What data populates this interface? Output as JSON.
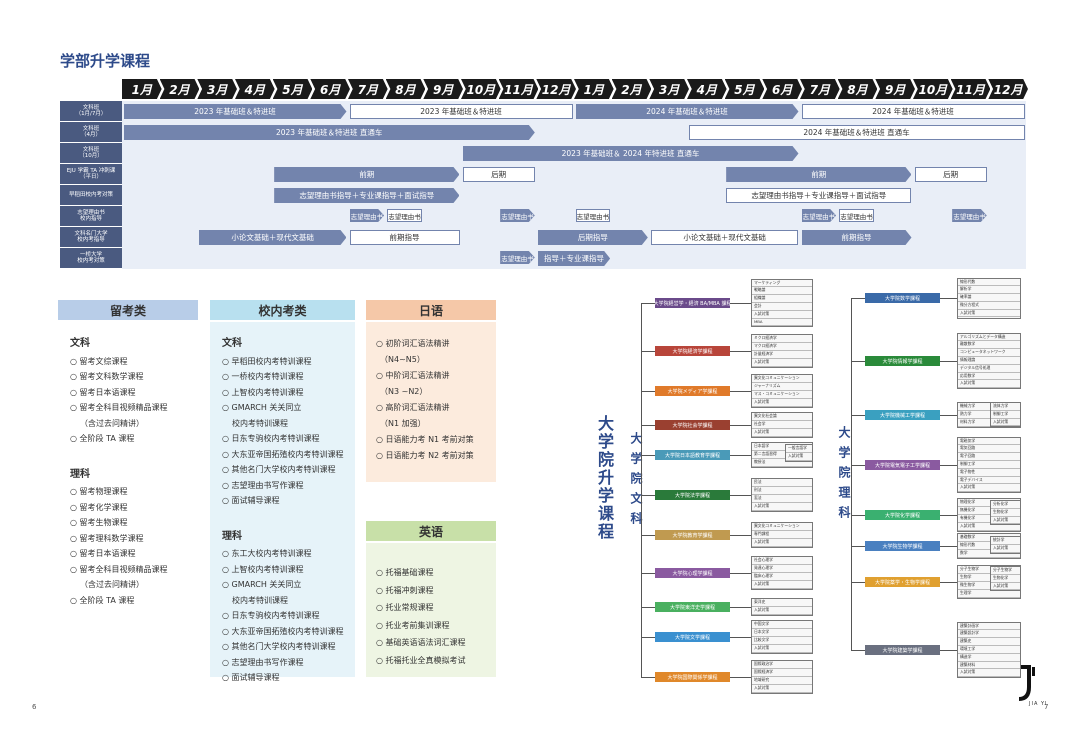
{
  "title": "学部升学课程",
  "months": [
    "1月",
    "2月",
    "3月",
    "4月",
    "5月",
    "6月",
    "7月",
    "8月",
    "9月",
    "10月",
    "11月",
    "12月",
    "1月",
    "2月",
    "3月",
    "4月",
    "5月",
    "6月",
    "7月",
    "8月",
    "9月",
    "10月",
    "11月",
    "12月"
  ],
  "schedule": {
    "rows": [
      "文科班\n（1月/7月）",
      "文科班\n（4月）",
      "文科班\n（10月）",
      "EJU 学霸 TA 冲刺课\n（平日）",
      "早稻田校内考对策",
      "志望理由书\n校内指导",
      "文科名门大学\n校内考指导",
      "一桥大学\n校内考对策"
    ],
    "bars": [
      {
        "row": 0,
        "start": 1,
        "end": 7,
        "type": "solid",
        "label": "2023 年基础班＆特进班"
      },
      {
        "row": 0,
        "start": 7,
        "end": 13,
        "type": "outline",
        "label": "2023 年基础班＆特进班"
      },
      {
        "row": 0,
        "start": 13,
        "end": 19,
        "type": "solid",
        "label": "2024 年基础班＆特进班"
      },
      {
        "row": 0,
        "start": 19,
        "end": 25,
        "type": "outline",
        "label": "2024 年基础班＆特进班"
      },
      {
        "row": 1,
        "start": 1,
        "end": 12,
        "type": "solid",
        "label": "2023 年基础班＆特进班 直通车"
      },
      {
        "row": 1,
        "start": 16,
        "end": 25,
        "type": "outline",
        "label": "2024 年基础班＆特进班 直通车"
      },
      {
        "row": 2,
        "start": 10,
        "end": 19,
        "type": "solid",
        "label": "2023 年基础班＆ 2024 年特进班 直通车"
      },
      {
        "row": 3,
        "start": 5,
        "end": 10,
        "type": "solid",
        "label": "前期"
      },
      {
        "row": 3,
        "start": 10,
        "end": 12,
        "type": "outline",
        "label": "后期"
      },
      {
        "row": 3,
        "start": 17,
        "end": 22,
        "type": "solid",
        "label": "前期"
      },
      {
        "row": 3,
        "start": 22,
        "end": 24,
        "type": "outline",
        "label": "后期"
      },
      {
        "row": 4,
        "start": 5,
        "end": 10,
        "type": "solid",
        "label": "志望理由书指导＋专业课指导＋面试指导"
      },
      {
        "row": 4,
        "start": 17,
        "end": 22,
        "type": "outline",
        "label": "志望理由书指导＋专业课指导＋面试指导"
      },
      {
        "row": 5,
        "start": 7,
        "end": 8,
        "type": "solid",
        "label": "志望理由书"
      },
      {
        "row": 5,
        "start": 8,
        "end": 9,
        "type": "outline",
        "label": "志望理由书"
      },
      {
        "row": 5,
        "start": 11,
        "end": 12,
        "type": "solid",
        "label": "志望理由书"
      },
      {
        "row": 5,
        "start": 13,
        "end": 14,
        "type": "outline",
        "label": "志望理由书"
      },
      {
        "row": 5,
        "start": 19,
        "end": 20,
        "type": "solid",
        "label": "志望理由书"
      },
      {
        "row": 5,
        "start": 20,
        "end": 21,
        "type": "outline",
        "label": "志望理由书"
      },
      {
        "row": 5,
        "start": 23,
        "end": 24,
        "type": "solid",
        "label": "志望理由书"
      },
      {
        "row": 6,
        "start": 3,
        "end": 7,
        "type": "solid",
        "label": "小论文基础＋现代文基础"
      },
      {
        "row": 6,
        "start": 7,
        "end": 10,
        "type": "outline",
        "label": "前期指导"
      },
      {
        "row": 6,
        "start": 12,
        "end": 15,
        "type": "solid",
        "label": "后期指导"
      },
      {
        "row": 6,
        "start": 15,
        "end": 19,
        "type": "outline",
        "label": "小论文基础＋现代文基础"
      },
      {
        "row": 6,
        "start": 19,
        "end": 22,
        "type": "solid",
        "label": "前期指导"
      },
      {
        "row": 7,
        "start": 11,
        "end": 12,
        "type": "solid",
        "label": "志望理由书"
      },
      {
        "row": 7,
        "start": 12,
        "end": 14,
        "type": "solid",
        "label": "指导＋专业课指导"
      }
    ]
  },
  "categories": {
    "liukao": {
      "header": "留考类",
      "sections": [
        {
          "heading": "文科",
          "items": [
            "○ 留考文综课程",
            "○ 留考文科数学课程",
            "○ 留考日本语课程",
            "○ 留考全科目视频精品课程",
            "（含过去问精讲）",
            "○ 全阶段 TA 课程"
          ]
        },
        {
          "heading": "理科",
          "items": [
            "○ 留考物理课程",
            "○ 留考化学课程",
            "○ 留考生物课程",
            "○ 留考理科数学课程",
            "○ 留考日本语课程",
            "○ 留考全科目视频精品课程",
            "（含过去问精讲）",
            "○ 全阶段 TA 课程"
          ]
        }
      ]
    },
    "xiaonei": {
      "header": "校内考类",
      "sections": [
        {
          "heading": "文科",
          "items": [
            "○ 早稻田校内考特训课程",
            "○ 一桥校内考特训课程",
            "○ 上智校内考特训课程",
            "○ GMARCH 关关同立",
            "校内考特训课程",
            "○ 日东专驹校内考特训课程",
            "○ 大东亚帝国拓殖校内考特训课程",
            "○ 其他名门大学校内考特训课程",
            "○ 志望理由书写作课程",
            "○ 面试辅导课程"
          ]
        },
        {
          "heading": "理科",
          "items": [
            "○ 东工大校内考特训课程",
            "○ 上智校内考特训课程",
            "○ GMARCH 关关同立",
            "校内考特训课程",
            "○ 日东专驹校内考特训课程",
            "○ 大东亚帝国拓殖校内考特训课程",
            "○ 其他名门大学校内考特训课程",
            "○ 志望理由书写作课程",
            "○ 面试辅导课程"
          ]
        }
      ]
    },
    "riyu": {
      "header": "日语",
      "items": [
        "○ 初阶词汇语法精讲",
        "（N4~N5）",
        "○ 中阶词汇语法精讲",
        "（N3 ~N2）",
        "○ 高阶词汇语法精讲",
        "（N1 加强）",
        "○ 日语能力考 N1 考前对策",
        "○ 日语能力考 N2 考前对策"
      ]
    },
    "yingyu": {
      "header": "英语",
      "items": [
        "○ 托福基础课程",
        "○ 托福冲刺课程",
        "○ 托业常规课程",
        "○ 托业考前集训课程",
        "○ 基础英语语法词汇课程",
        "○ 托福托业全真模拟考试"
      ]
    }
  },
  "tree": {
    "main_title": "大学院升学课程",
    "bunka_title": "大学院文科",
    "rika_title": "大学院理科",
    "bunka_nodes": [
      {
        "label": "大学院経営学・経済 BA/MBA 課程",
        "color": "#6a4a8a"
      },
      {
        "label": "大学院経済学課程",
        "color": "#b8453a"
      },
      {
        "label": "大学院メディア学課程",
        "color": "#e07a2a"
      },
      {
        "label": "大学院社会学課程",
        "color": "#9a4030"
      },
      {
        "label": "大学院日本語教育学課程",
        "color": "#4a9ab8"
      },
      {
        "label": "大学院法学課程",
        "color": "#2a7a3a"
      },
      {
        "label": "大学院教育学課程",
        "color": "#c09a50"
      },
      {
        "label": "大学院心理学課程",
        "color": "#8a5aa0"
      },
      {
        "label": "大学院東洋史学課程",
        "color": "#4ab060"
      },
      {
        "label": "大学院文学課程",
        "color": "#3a90d0"
      },
      {
        "label": "大学院国際関係学課程",
        "color": "#e0882a"
      }
    ],
    "bunka_boxes": [
      [
        "マーケティング",
        "戦略論",
        "組織論",
        "会計",
        "入試対策",
        "MBA"
      ],
      [
        "ミクロ経済学",
        "マクロ経済学",
        "計量経済学",
        "入試対策"
      ],
      [
        "異文化コミュニケーション",
        "ジャーナリズム",
        "マス・コミュニケーション",
        "入試対策"
      ],
      [
        "異文化社会論",
        "社会学",
        "入試対策"
      ],
      [
        "日本語学",
        "第二言語習得",
        "教授法"
      ],
      [
        "民法",
        "刑法",
        "憲法",
        "入試対策"
      ],
      [
        "異文化コミュニケーション",
        "専門課程",
        "入試対策"
      ],
      [
        "社会心理学",
        "発達心理学",
        "臨床心理学",
        "入試対策"
      ],
      [
        "東洋史",
        "入試対策"
      ],
      [
        "中国文学",
        "日本文学",
        "比較文学",
        "入試対策"
      ],
      [
        "国際政治学",
        "国際経済学",
        "地域研究",
        "入試対策"
      ]
    ],
    "bunka_side_box": [
      "一般言語学",
      "入試対策"
    ],
    "rika_nodes": [
      {
        "label": "大学院数学課程",
        "color": "#3a6aa8"
      },
      {
        "label": "大学院情報学課程",
        "color": "#2a8a3a"
      },
      {
        "label": "大学院機械工学課程",
        "color": "#3aa0c0"
      },
      {
        "label": "大学院電気電子工学課程",
        "color": "#8a5aa0"
      },
      {
        "label": "大学院化学課程",
        "color": "#3ab070"
      },
      {
        "label": "大学院生物学課程",
        "color": "#4a80c0"
      },
      {
        "label": "大学院薬学・生物学課程",
        "color": "#e0a030"
      },
      {
        "label": "大学院建築学課程",
        "color": "#6a7080"
      }
    ],
    "rika_boxes": [
      [
        "線形代数",
        "解析学",
        "確率論",
        "微分方程式",
        "入試対策"
      ],
      [
        "アルゴリズムとデータ構造",
        "離散数学",
        "コンピュータネットワーク",
        "情報理論",
        "デジタル信号処理",
        "応用数学",
        "入試対策"
      ],
      [
        "機械力学",
        "熱力学",
        "材料力学"
      ],
      [
        "電磁気学",
        "電気回路",
        "電子回路",
        "制御工学",
        "電子物性",
        "電子デバイス",
        "入試対策"
      ],
      [
        "物理化学",
        "無機化学",
        "有機化学",
        "入試対策"
      ],
      [
        "基礎数学",
        "線形代数",
        "数学"
      ],
      [
        "分子生物学",
        "生物学",
        "微生物学",
        "生理学"
      ],
      [
        "建築計画学",
        "建築設計学",
        "建築史",
        "環境工学",
        "構造学",
        "建築材料",
        "入試対策"
      ]
    ],
    "rika_side_boxes": [
      [
        "流体力学",
        "制御工学",
        "入試対策"
      ],
      [
        "分析化学",
        "生物化学",
        "入試対策"
      ],
      [
        "統計学",
        "入試対策"
      ],
      [
        "分子生物学",
        "生物化学",
        "入試対策"
      ]
    ]
  },
  "page_left": "6",
  "page_right": "7",
  "logo_text": "JIA YI"
}
